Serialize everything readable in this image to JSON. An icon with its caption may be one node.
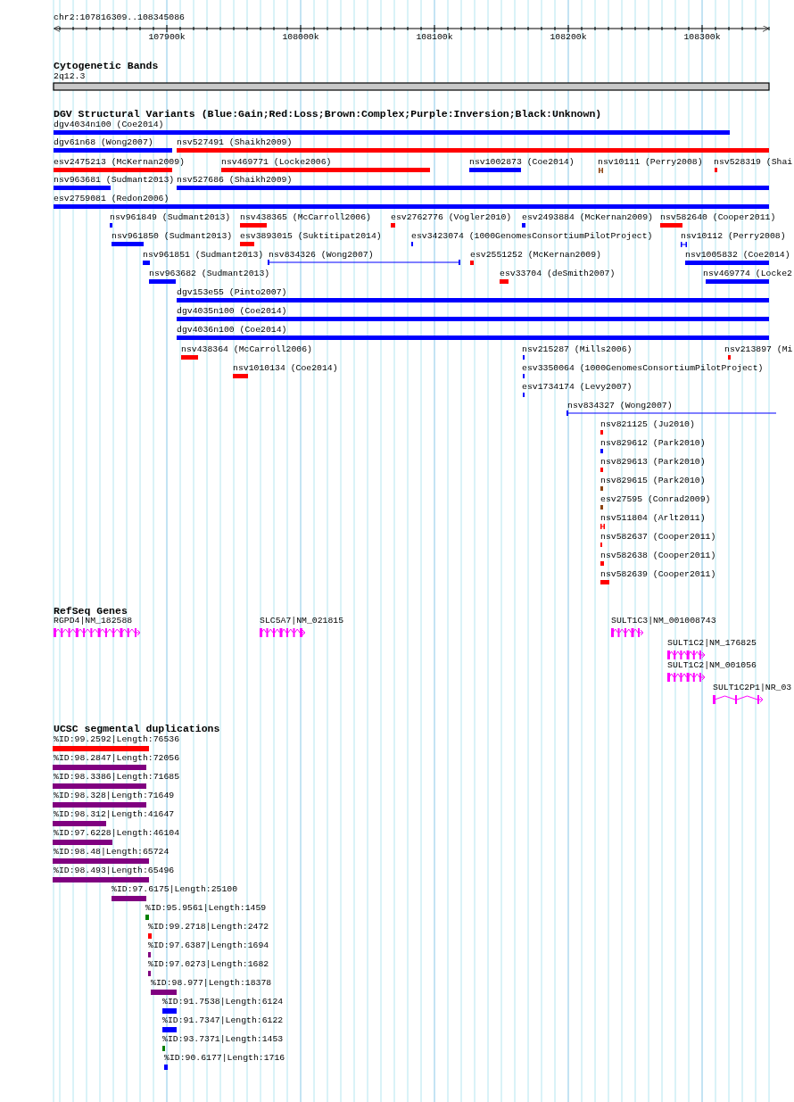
{
  "diagram": {
    "labels": [
      "chr2:107816309..108345086",
      "107900k",
      "108000k",
      "108100k",
      "108200k",
      "108300k",
      "Cytogenetic Bands",
      "2q12.3",
      "DGV Structural Variants (Blue:Gain;Red:Loss;Brown:Complex;Purple:Inversion;Black:Unknown)",
      "dgv4034n100 (Coe2014)",
      "dgv61n68 (Wong2007)",
      "nsv527491 (Shaikh2009)",
      "esv2475213 (McKernan2009)",
      "nsv469771 (Locke2006)",
      "nsv1002873 (Coe2014)",
      "nsv10111 (Perry2008)",
      "nsv528319 (Shai",
      "nsv963681 (Sudmant2013)",
      "nsv527686 (Shaikh2009)",
      "esv2759081 (Redon2006)",
      "nsv961849 (Sudmant2013)",
      "nsv438365 (McCarroll2006)",
      "esv2762776 (Vogler2010)",
      "esv2493884 (McKernan2009)",
      "nsv582640 (Cooper2011)",
      "nsv961850 (Sudmant2013)",
      "esv3893015 (Suktitipat2014)",
      "esv3423074 (1000GenomesConsortiumPilotProject)",
      "nsv10112 (Perry2008)",
      "nsv961851 (Sudmant2013)",
      "nsv834326 (Wong2007)",
      "esv2551252 (McKernan2009)",
      "nsv1005832 (Coe2014)",
      "nsv963682 (Sudmant2013)",
      "esv33704 (deSmith2007)",
      "nsv469774 (Locke2",
      "dgv153e55 (Pinto2007)",
      "dgv4035n100 (Coe2014)",
      "dgv4036n100 (Coe2014)",
      "nsv438364 (McCarroll2006)",
      "nsv215287 (Mills2006)",
      "nsv213897 (Mi",
      "nsv1010134 (Coe2014)",
      "esv3350064 (1000GenomesConsortiumPilotProject)",
      "esv1734174 (Levy2007)",
      "nsv834327 (Wong2007)",
      "nsv821125 (Ju2010)",
      "nsv829612 (Park2010)",
      "nsv829613 (Park2010)",
      "nsv829615 (Park2010)",
      "esv27595 (Conrad2009)",
      "nsv511804 (Arlt2011)",
      "nsv582637 (Cooper2011)",
      "nsv582638 (Cooper2011)",
      "nsv582639 (Cooper2011)",
      "RefSeq Genes",
      "RGPD4|NM_182588",
      "SLC5A7|NM_021815",
      "SULT1C3|NM_001008743",
      "SULT1C2|NM_176825",
      "SULT1C2|NM_001056",
      "SULT1C2P1|NR_03",
      "UCSC segmental duplications",
      "%ID:99.2592|Length:76536",
      "%ID:98.2847|Length:72056",
      "%ID:98.3386|Length:71685",
      "%ID:98.328|Length:71649",
      "%ID:98.312|Length:41647",
      "%ID:97.6228|Length:46104",
      "%ID:98.48|Length:65724",
      "%ID:98.493|Length:65496",
      "%ID:97.6175|Length:25100",
      "%ID:95.9561|Length:1459",
      "%ID:99.2718|Length:2472",
      "%ID:97.6387|Length:1694",
      "%ID:97.0273|Length:1682",
      "%ID:98.977|Length:18378",
      "%ID:91.7538|Length:6124",
      "%ID:91.7347|Length:6122",
      "%ID:93.7371|Length:1453",
      "%ID:90.6177|Length:1716"
    ]
  }
}
